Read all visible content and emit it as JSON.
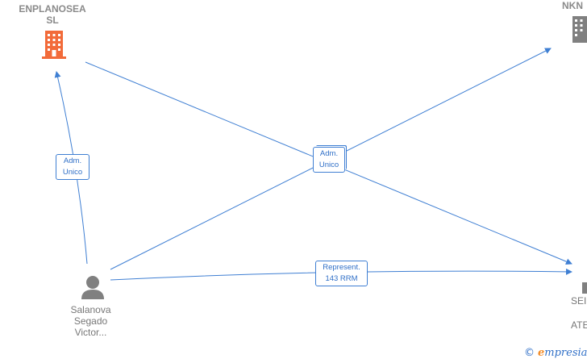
{
  "nodes": {
    "enplanosea": {
      "name": "ENPLANOSEA\nSL",
      "type": "company",
      "color": "#f26b3a",
      "icon": "building-icon"
    },
    "nkn": {
      "name": "NKN",
      "type": "company",
      "color": "#808080",
      "icon": "building-icon"
    },
    "person": {
      "name": "Salanova\nSegado\nVictor...",
      "type": "person",
      "color": "#808080",
      "icon": "person-icon"
    },
    "right_company": {
      "name_line1": "SEI",
      "name_line2": "ATE",
      "type": "company",
      "color": "#808080",
      "icon": "building-icon"
    }
  },
  "edges": {
    "adm_unico_left": "Adm.\nUnico",
    "adm_unico_center": "Adm.\nUnico",
    "represent": "Represent.\n143 RRM"
  },
  "colors": {
    "edge": "#3f7fd3",
    "label_text": "#2f6fc7"
  },
  "brand": {
    "copyright": "©",
    "e": "e",
    "rest": "mpresia"
  }
}
